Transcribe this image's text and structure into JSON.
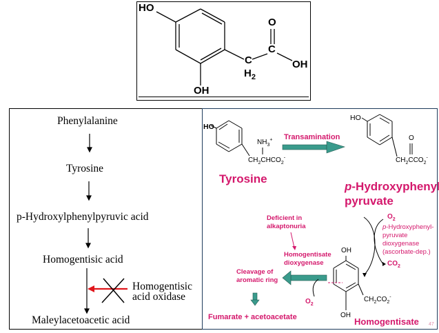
{
  "top_structure": {
    "labels": {
      "ho_top": "HO",
      "oh_bottom": "OH",
      "carbonyl_o": "O",
      "carbon_c_top": "C",
      "carbon_c_ch2": "C",
      "h2": "H",
      "h2_sub": "2",
      "oh_acid": "OH"
    }
  },
  "left_pathway": {
    "steps": [
      "Phenylalanine",
      "Tyrosine",
      "p-Hydroxylphenylpyruvic acid",
      "Homogentisic acid",
      "Maleylacetoacetic acid"
    ],
    "blocked_enzyme_line1": "Homogentisic",
    "blocked_enzyme_line2": "acid oxidase",
    "block_color": "#e0161b"
  },
  "right_pathway": {
    "tyrosine_struct": {
      "ho": "HO",
      "nh3": "NH",
      "nh3_sub": "3",
      "nh3_sup": "+",
      "side_chain": "CH",
      "side_sub": "2",
      "side_rest": "CHCO",
      "side_sub2": "2",
      "side_sup": "-"
    },
    "tyrosine_label": "Tyrosine",
    "transamination_label": "Transamination",
    "hpp_struct": {
      "ho": "HO",
      "o": "O",
      "side_chain": "CH",
      "side_sub": "2",
      "side_rest": "CCO",
      "side_sub2": "2",
      "side_sup": "-"
    },
    "hpp_label_line1": "p",
    "hpp_label_line1_rest": "-Hydroxyphenyl-",
    "hpp_label_line2": "pyruvate",
    "o2_top": "O",
    "o2_top_sub": "2",
    "enzyme_hpp_line1_italic": "p",
    "enzyme_hpp_line1": "-Hydroxyphenyl-",
    "enzyme_hpp_line2": "pyruvate",
    "enzyme_hpp_line3": "dioxygenase",
    "enzyme_hpp_line4": "(ascorbate-dep.)",
    "co2": "CO",
    "co2_sub": "2",
    "deficient_line1": "Deficient in",
    "deficient_line2": "alkaptonuria",
    "hgd_line1": "Homogentisate",
    "hgd_line2": "dioxygenase",
    "cleavage_line1": "Cleavage of",
    "cleavage_line2": "aromatic ring",
    "o2_bottom": "O",
    "o2_bottom_sub": "2",
    "homogentisate_struct": {
      "oh_top": "OH",
      "oh_bottom": "OH",
      "side_chain": "CH",
      "side_sub": "2",
      "side_rest": "CO",
      "side_sub2": "2",
      "side_sup": "-"
    },
    "homogentisate_label": "Homogentisate",
    "products": "Fumarate + acetoacetate",
    "slide_number": "47",
    "accent_pink": "#d4186c",
    "arrow_teal": "#3a9b8c"
  }
}
